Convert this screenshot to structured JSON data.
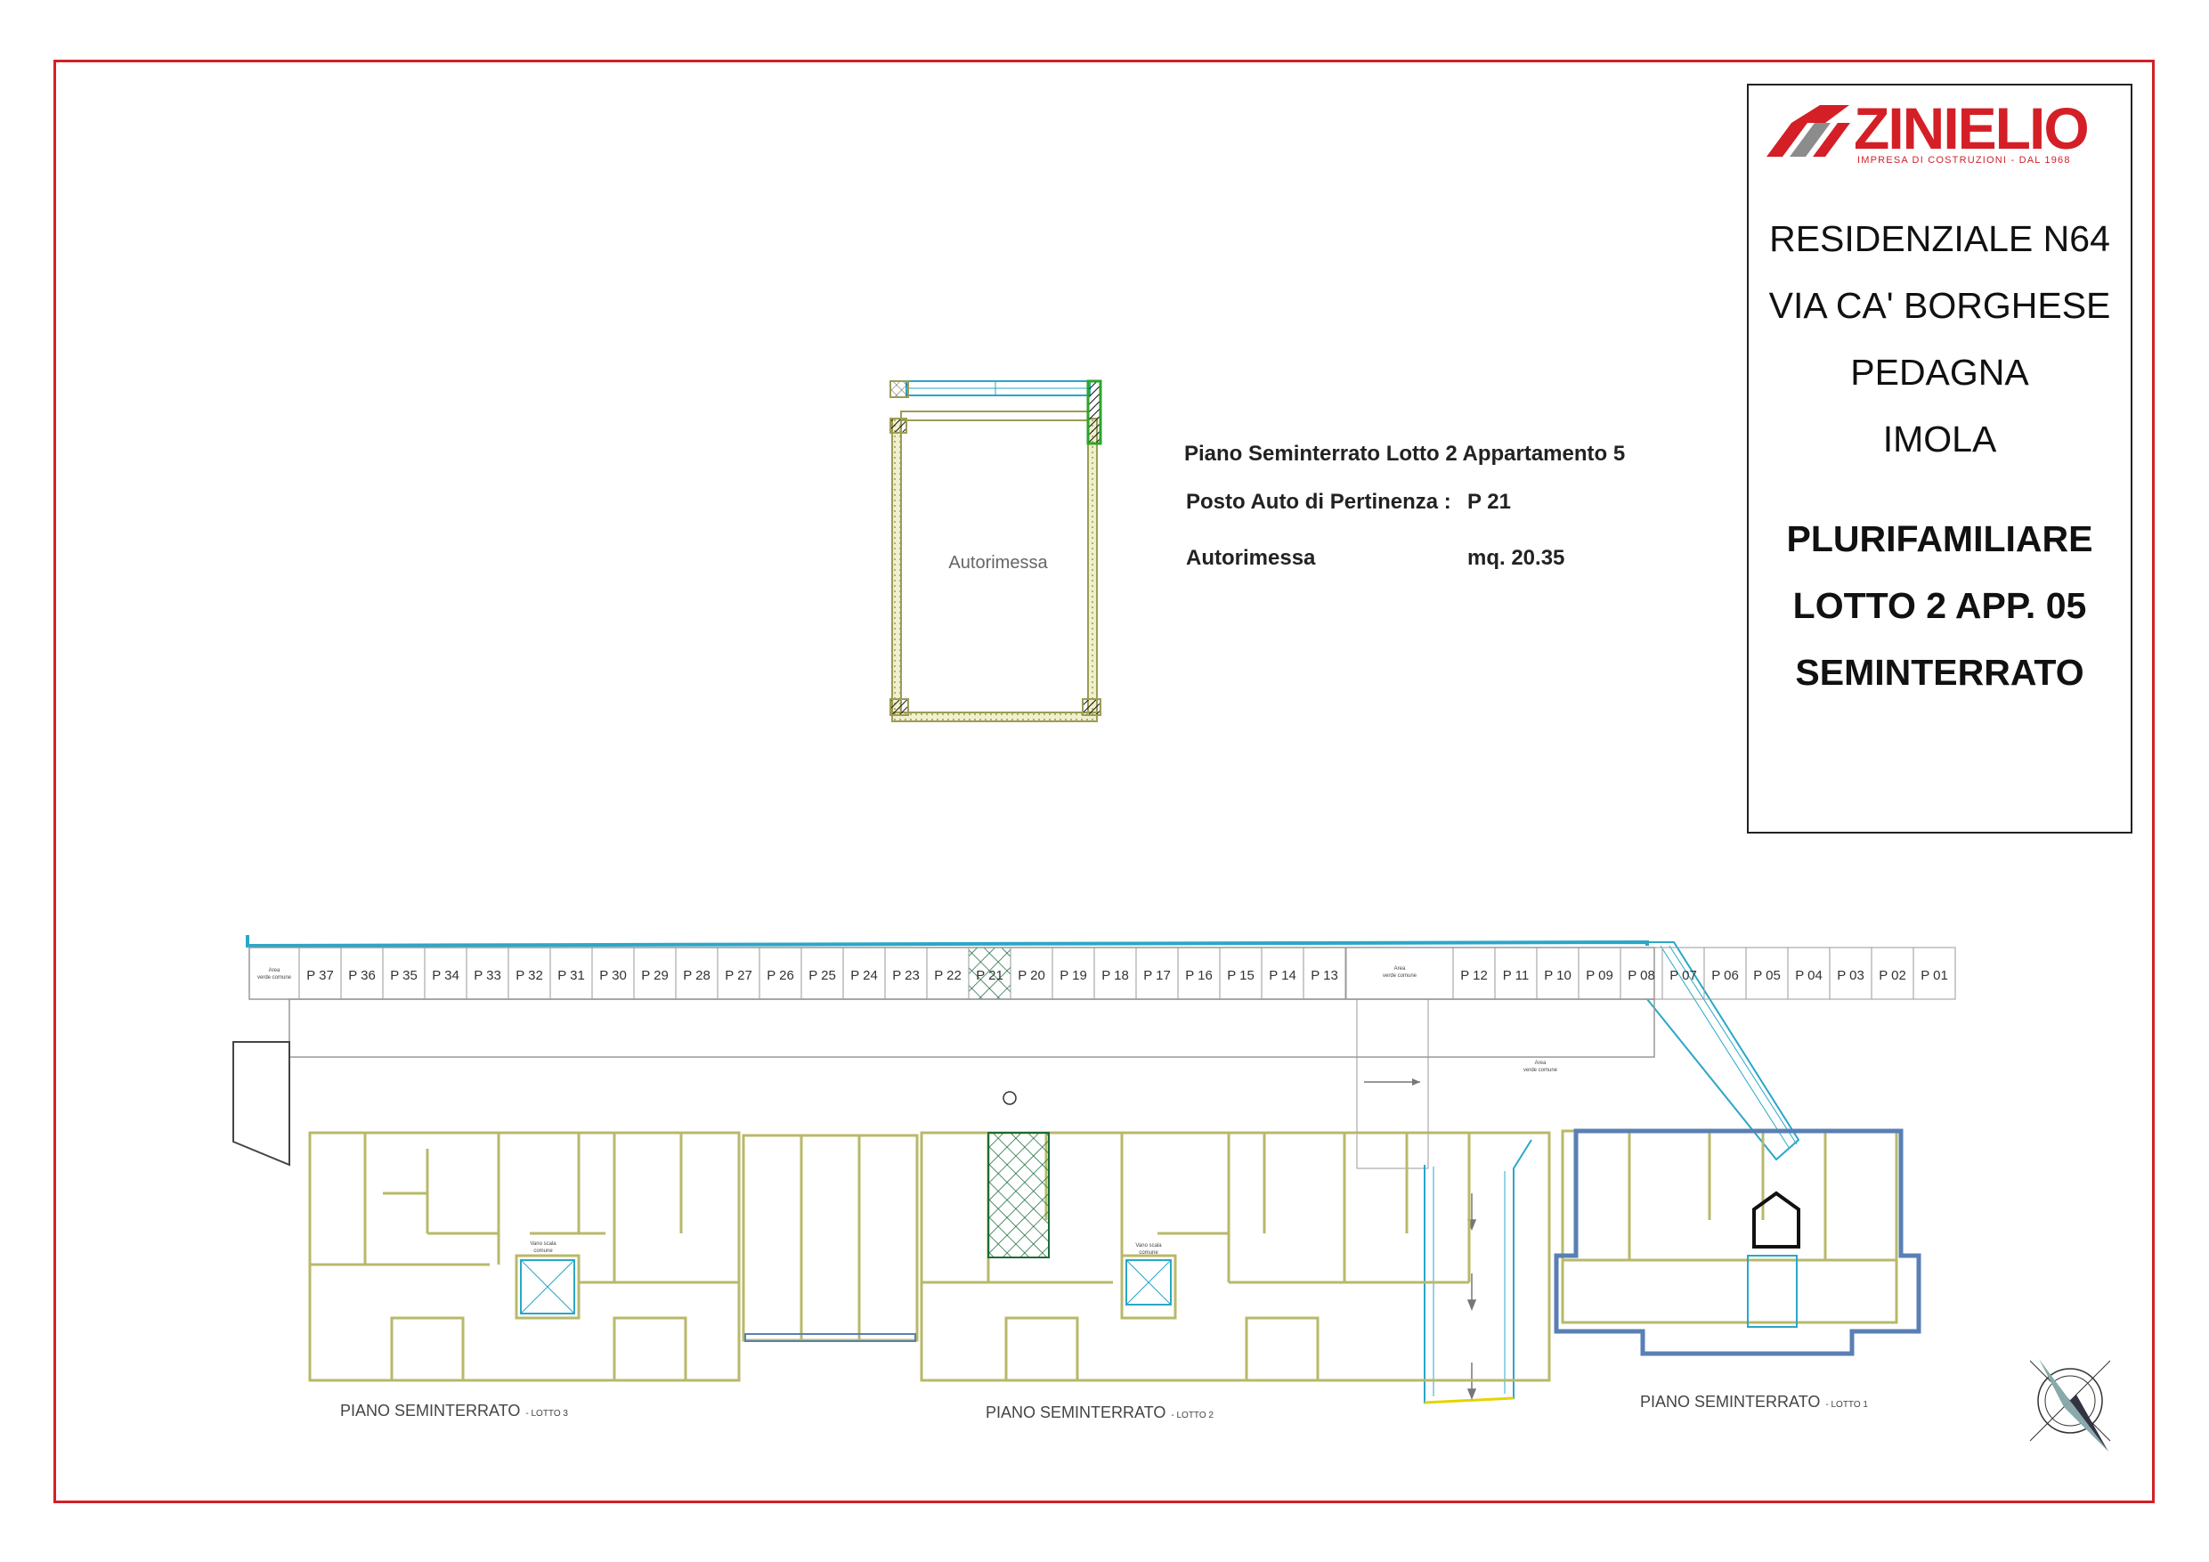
{
  "title_block": {
    "logo": {
      "name": "ZINIELIO",
      "tagline": "IMPRESA DI COSTRUZIONI - DAL 1968",
      "color": "#d41f26"
    },
    "project_lines": [
      "RESIDENZIALE  N64",
      "VIA CA' BORGHESE",
      "PEDAGNA",
      "IMOLA"
    ],
    "unit_lines": [
      "PLURIFAMILIARE",
      "LOTTO 2 APP. 05",
      "SEMINTERRATO"
    ]
  },
  "garage_info": {
    "heading": "Piano Seminterrato Lotto 2 Appartamento 5",
    "parking_label": "Posto Auto di Pertinenza :",
    "parking_value": "P 21",
    "room_label": "Autorimessa",
    "room_area": "mq. 20.35"
  },
  "garage_plan": {
    "room_name": "Autorimessa"
  },
  "site_plan": {
    "parking_left": [
      "P 37",
      "P 36",
      "P 35",
      "P 34",
      "P 33",
      "P 32",
      "P 31",
      "P 30",
      "P 29",
      "P 28",
      "P 27",
      "P 26",
      "P 25",
      "P 24",
      "P 23",
      "P 22",
      "P 21",
      "P 20",
      "P 19",
      "P 18",
      "P 17",
      "P 16",
      "P 15",
      "P 14",
      "P 13"
    ],
    "parking_right": [
      "P 12",
      "P 11",
      "P 10",
      "P 09",
      "P 08",
      "P 07",
      "P 06",
      "P 05",
      "P 04",
      "P 03",
      "P 02",
      "P 01"
    ],
    "highlighted_space": "P 21",
    "common_area_labels": [
      "Area",
      "verde comune"
    ],
    "stair_labels": [
      "Vano scala",
      "comune"
    ],
    "labels": [
      {
        "main": "PIANO SEMINTERRATO",
        "sub": "- LOTTO 3"
      },
      {
        "main": "PIANO SEMINTERRATO",
        "sub": "- LOTTO 2"
      },
      {
        "main": "PIANO SEMINTERRATO",
        "sub": "- LOTTO 1"
      }
    ]
  },
  "colors": {
    "frame": "#d41f26",
    "wall": "#b8b96a",
    "boundary": "#2aa7c8",
    "lotto1_outline": "#5a7fb5",
    "highlight_hatch": "#1a6b3a"
  }
}
